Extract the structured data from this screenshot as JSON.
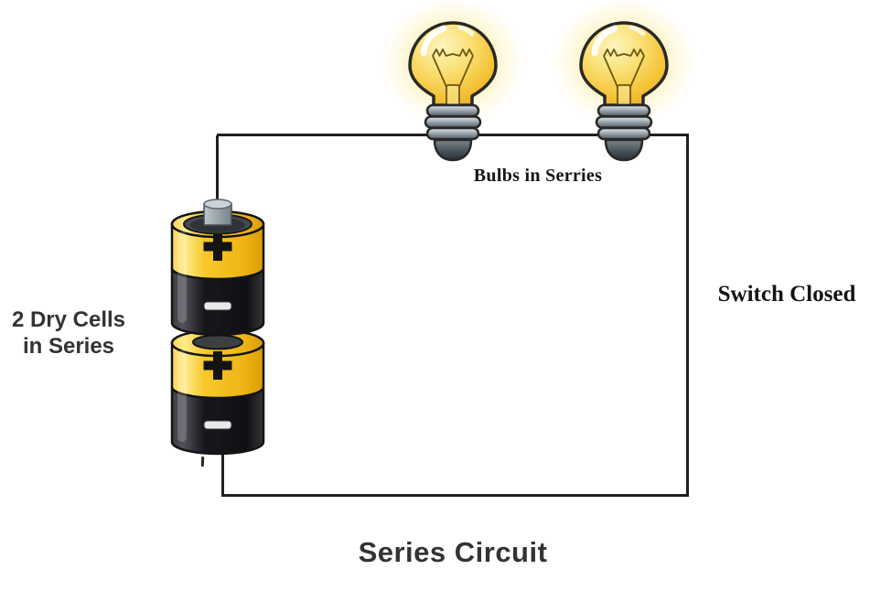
{
  "diagram": {
    "title": "Series Circuit",
    "labels": {
      "bulbs": "Bulbs in Serries",
      "switch": "Switch Closed",
      "cells_line1": "2 Dry Cells",
      "cells_line2": "in Series"
    },
    "components": {
      "bulbs": {
        "count": 2,
        "state": "lit"
      },
      "cells": {
        "count": 2,
        "positive_mark": "+",
        "negative_mark": "−"
      },
      "wire_shape": "rectangular-loop"
    },
    "colors": {
      "background": "#ffffff",
      "wire": "#1f1f1f",
      "battery_yellow": "#f5c41e",
      "battery_body_black": "#17171c",
      "bulb_glass_yellow": "#f8ce43",
      "bulb_glow": "#fdeca0",
      "metal_gray": "#8d99a1",
      "serif_label_color": "#151515",
      "sans_label_color": "#333333"
    }
  }
}
